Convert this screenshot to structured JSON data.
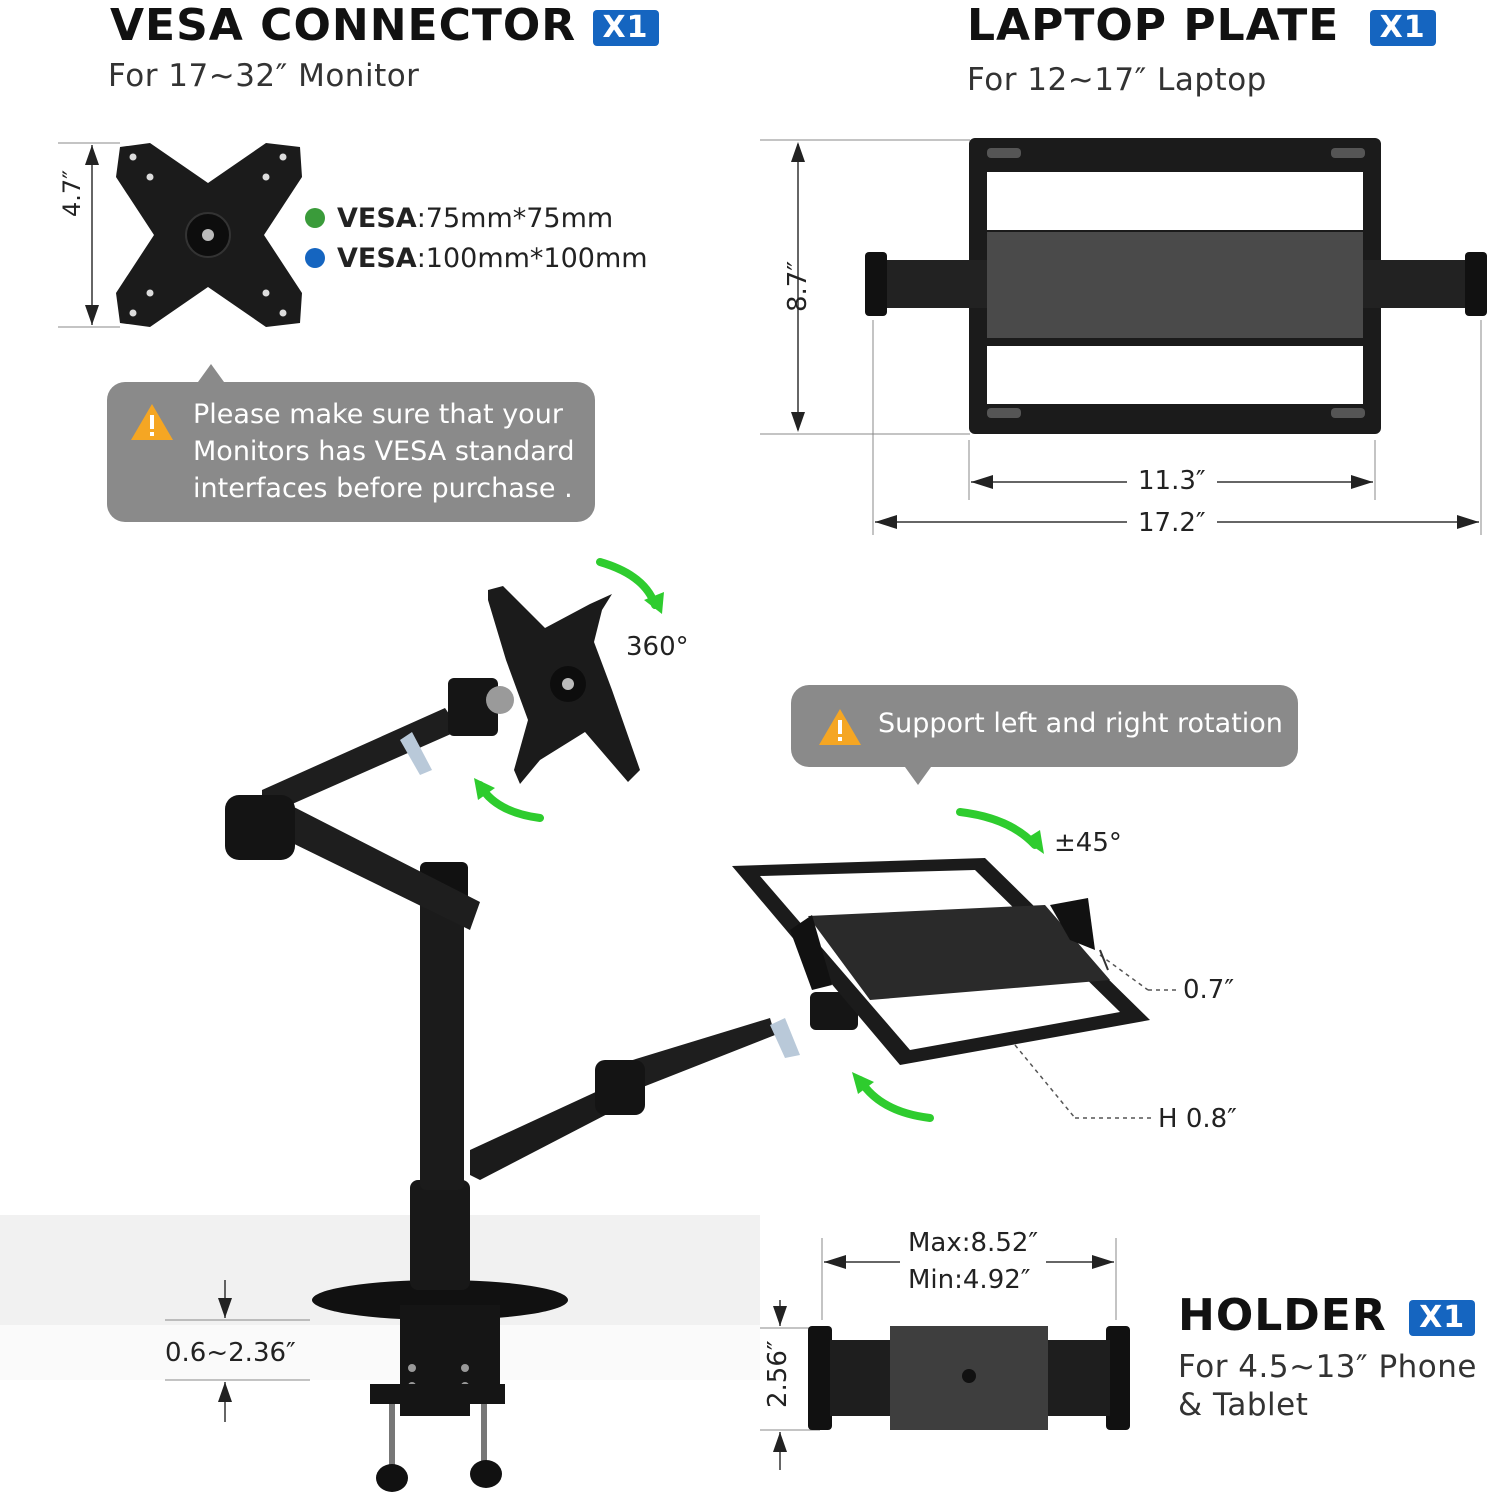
{
  "vesa_connector": {
    "title": "VESA CONNECTOR",
    "qty": "X1",
    "subtitle": "For 17~32″ Monitor",
    "height": "4.7″",
    "specs": [
      {
        "label": "VESA",
        "value": ":75mm*75mm",
        "color": "#3a9b3a"
      },
      {
        "label": "VESA",
        "value": ":100mm*100mm",
        "color": "#1565c0"
      }
    ]
  },
  "laptop_plate": {
    "title": "LAPTOP PLATE",
    "qty": "X1",
    "subtitle": "For 12~17″ Laptop",
    "height": "8.7″",
    "inner_width": "11.3″",
    "outer_width": "17.2″"
  },
  "vesa_notice": {
    "icon": "warning-icon",
    "lines": [
      "Please make sure that your",
      "Monitors has VESA standard",
      "interfaces before purchase ."
    ]
  },
  "rotation_notice": {
    "icon": "warning-icon",
    "text": "Support left and right rotation"
  },
  "arm": {
    "monitor_rotation": "360°",
    "tray_tilt": "±45°",
    "lip_height": "0.7″",
    "tray_height": "H 0.8″",
    "clamp_range": "0.6~2.36″"
  },
  "holder": {
    "title": "HOLDER",
    "qty": "X1",
    "subtitle_lines": [
      "For 4.5~13″ Phone",
      "& Tablet"
    ],
    "max": "Max:8.52″",
    "min": "Min:4.92″",
    "height": "2.56″"
  },
  "colors": {
    "accent": "#1565c0",
    "arrow_green": "#2ecc2e",
    "warning": "#f5a623",
    "callout": "#8a8a8a",
    "metal": "#1b1b1b"
  }
}
